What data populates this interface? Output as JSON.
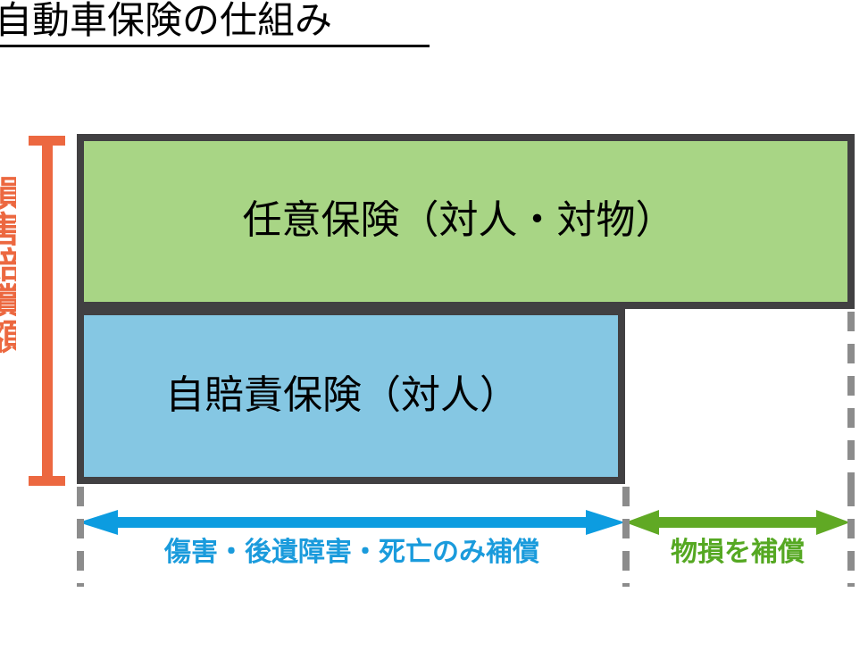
{
  "title": {
    "text": "自動車保険の仕組み",
    "underline": true
  },
  "axis": {
    "vertical_label": "損害賠償額",
    "color": "#EC6840",
    "orientation": "vertical",
    "note": "bracket spanning total compensation amount"
  },
  "boxes": [
    {
      "id": "voluntary",
      "label": "任意保険（対人・対物）",
      "fill": "#A8D585",
      "border": "#414042",
      "covers": "bodily-injury-and-property"
    },
    {
      "id": "compulsory",
      "label": "自賠責保険（対人）",
      "fill": "#85C7E3",
      "border": "#414042",
      "covers": "bodily-injury-only"
    }
  ],
  "arrows": [
    {
      "id": "injury",
      "caption": "傷害・後遺障害・死亡のみ補償",
      "color": "#0C9CE0",
      "style": "double-headed"
    },
    {
      "id": "damage",
      "caption": "物損を補償",
      "color": "#60A924",
      "style": "double-headed"
    }
  ],
  "guides": {
    "color": "#8C8C8C",
    "style": "dashed-vertical",
    "count": 3
  }
}
